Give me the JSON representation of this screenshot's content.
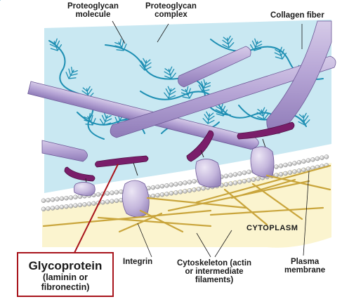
{
  "labels": {
    "proteoglycan_molecule": [
      "Proteoglycan",
      "molecule"
    ],
    "proteoglycan_complex": [
      "Proteoglycan",
      "complex"
    ],
    "collagen_fiber": "Collagen fiber",
    "cytoplasm": "CYTOPLASM",
    "integrin": "Integrin",
    "cytoskeleton": [
      "Cytoskeleton (actin",
      "or intermediate",
      "filaments)"
    ],
    "plasma_membrane": [
      "Plasma",
      "membrane"
    ]
  },
  "callout": {
    "title": "Glycoprotein",
    "line1": "(laminin or",
    "line2": "fibronectin)"
  },
  "colors": {
    "ecm": "#c9e8f2",
    "cytoplasm": "#fbf4cf",
    "collagen": "#b7a6d6",
    "glycoprotein": "#7a1e6a",
    "integrin": "#c4b6dc",
    "proteoglycan": "#1e8fb3",
    "filament": "#c9a53c",
    "callout_border": "#a8141c"
  }
}
